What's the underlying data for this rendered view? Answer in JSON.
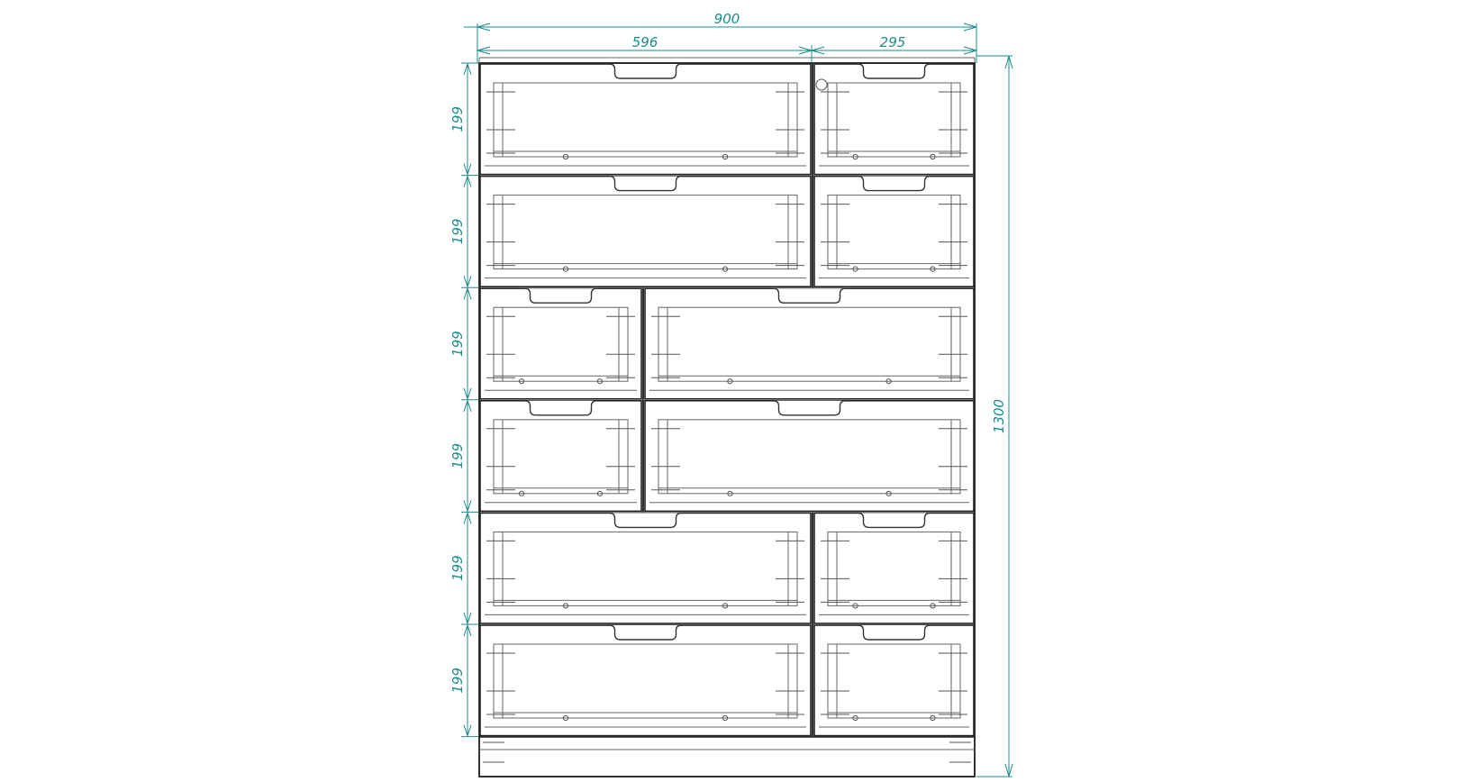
{
  "drawing": {
    "title": "",
    "unit": "",
    "colors": {
      "dimension": "#1b8d8d",
      "outline": "#333333"
    },
    "overall_width": "900",
    "left_section_width": "596",
    "right_section_width": "295",
    "overall_height": "1300",
    "row_heights": [
      "199",
      "199",
      "199",
      "199",
      "199",
      "199"
    ],
    "rows": [
      {
        "layout": "wide-left",
        "drawers": [
          "wide",
          "narrow"
        ]
      },
      {
        "layout": "wide-left",
        "drawers": [
          "wide",
          "narrow"
        ]
      },
      {
        "layout": "wide-right",
        "drawers": [
          "narrow",
          "wide"
        ]
      },
      {
        "layout": "wide-right",
        "drawers": [
          "narrow",
          "wide"
        ]
      },
      {
        "layout": "wide-left",
        "drawers": [
          "wide",
          "narrow"
        ]
      },
      {
        "layout": "wide-left",
        "drawers": [
          "wide",
          "narrow"
        ]
      }
    ]
  }
}
